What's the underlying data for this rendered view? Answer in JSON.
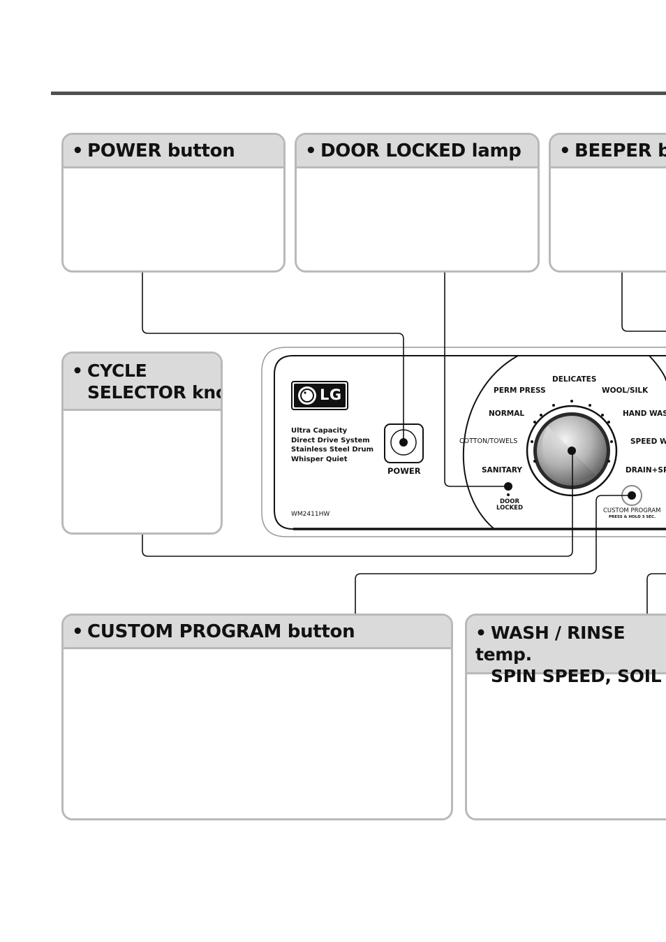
{
  "callouts": {
    "power": "POWER button",
    "door_locked": "DOOR LOCKED lamp",
    "beeper": "BEEPER bu",
    "cycle_selector": {
      "line1": "CYCLE",
      "line2": "SELECTOR knob"
    },
    "custom_program": "CUSTOM PROGRAM button",
    "wash_rinse": {
      "line1": "WASH / RINSE temp.",
      "line2": "SPIN SPEED, SOIL LEVE"
    },
    "bullet": "•"
  },
  "panel": {
    "brand": "LG",
    "features": [
      "Ultra Capacity",
      "Direct Drive System",
      "Stainless Steel Drum",
      "Whisper Quiet"
    ],
    "model": "WM2411HW",
    "power_label": "POWER",
    "door_locked_label": {
      "line1": "DOOR",
      "line2": "LOCKED"
    },
    "custom_program_label": "CUSTOM PROGRAM",
    "custom_program_hint": "PRESS & HOLD 3 SEC.",
    "cycles": {
      "delicates": "DELICATES",
      "perm_press": "PERM PRESS",
      "wool_silk": "WOOL/SILK",
      "normal": "NORMAL",
      "hand_wash": "HAND WASH",
      "cotton_towels": "COTTON/TOWELS",
      "speed_wash": "SPEED W",
      "sanitary": "SANITARY",
      "drain_spin": "DRAIN+SPIN"
    }
  }
}
